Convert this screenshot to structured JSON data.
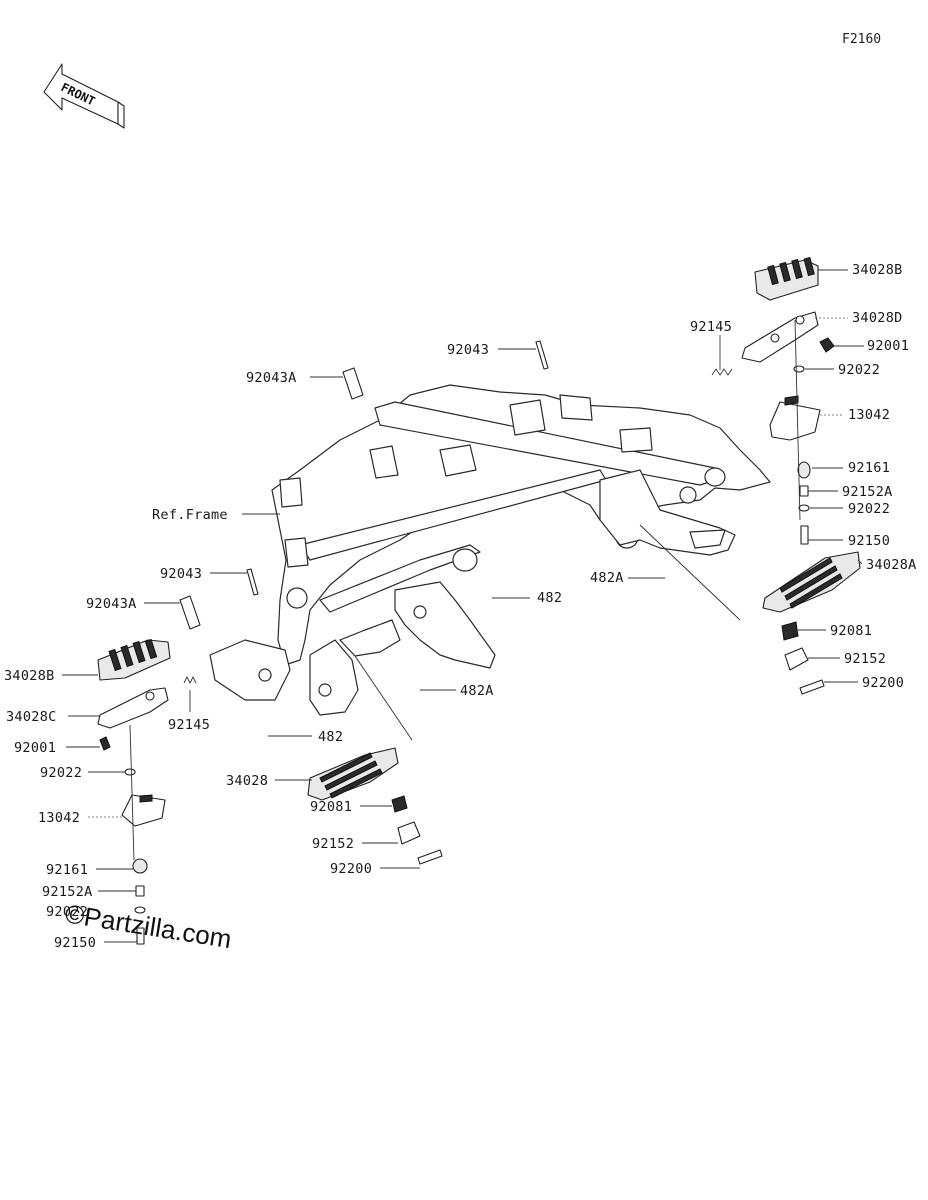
{
  "diagram": {
    "figure_code": "F2160",
    "front_label": "FRONT",
    "watermark": "©Partzilla.com",
    "labels": [
      {
        "id": "34028B_r",
        "text": "34028B"
      },
      {
        "id": "34028D_r",
        "text": "34028D"
      },
      {
        "id": "92001_r",
        "text": "92001"
      },
      {
        "id": "92022_r1",
        "text": "92022"
      },
      {
        "id": "13042_r",
        "text": "13042"
      },
      {
        "id": "92161_r",
        "text": "92161"
      },
      {
        "id": "92152A_r",
        "text": "92152A"
      },
      {
        "id": "92022_r2",
        "text": "92022"
      },
      {
        "id": "92150_r",
        "text": "92150"
      },
      {
        "id": "34028A_r",
        "text": "34028A"
      },
      {
        "id": "92081_r",
        "text": "92081"
      },
      {
        "id": "92152_r",
        "text": "92152"
      },
      {
        "id": "92200_r",
        "text": "92200"
      },
      {
        "id": "92145_r",
        "text": "92145"
      },
      {
        "id": "92043_c",
        "text": "92043"
      },
      {
        "id": "92043A_c",
        "text": "92043A"
      },
      {
        "id": "ref_frame",
        "text": "Ref.Frame"
      },
      {
        "id": "92043_l",
        "text": "92043"
      },
      {
        "id": "92043A_l",
        "text": "92043A"
      },
      {
        "id": "482_r",
        "text": "482"
      },
      {
        "id": "482A_r",
        "text": "482A"
      },
      {
        "id": "482A_c",
        "text": "482A"
      },
      {
        "id": "482_l",
        "text": "482"
      },
      {
        "id": "34028B_l",
        "text": "34028B"
      },
      {
        "id": "34028C_l",
        "text": "34028C"
      },
      {
        "id": "92145_l",
        "text": "92145"
      },
      {
        "id": "92001_l",
        "text": "92001"
      },
      {
        "id": "92022_l1",
        "text": "92022"
      },
      {
        "id": "13042_l",
        "text": "13042"
      },
      {
        "id": "92161_l",
        "text": "92161"
      },
      {
        "id": "92152A_l",
        "text": "92152A"
      },
      {
        "id": "92022_l2",
        "text": "92022"
      },
      {
        "id": "92150_l",
        "text": "92150"
      },
      {
        "id": "34028_c",
        "text": "34028"
      },
      {
        "id": "92081_c",
        "text": "92081"
      },
      {
        "id": "92152_c",
        "text": "92152"
      },
      {
        "id": "92200_c",
        "text": "92200"
      }
    ]
  }
}
